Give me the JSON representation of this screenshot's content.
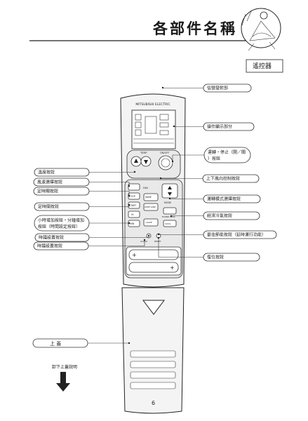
{
  "page": {
    "title": "各部件名稱",
    "number": "6"
  },
  "section": {
    "label": "遙控器"
  },
  "remote": {
    "brand": "MITSUBISHI ELECTRIC",
    "buttons": {
      "on_off": "ON/OFF",
      "temp": "TEMP",
      "cool": "COOL",
      "mode": "MODE",
      "fan": "FAN",
      "vane": "VANE",
      "wide_vane": "WIDE VANE",
      "stop": "STOP",
      "start": "START",
      "econo_cool": "ECONO COOL",
      "hi": "HI",
      "min": "MIN",
      "i_save": "i-SAVE",
      "clock": "CLOCK",
      "reset": "RESET"
    },
    "battery_signs": [
      "+",
      "+"
    ]
  },
  "callouts": [
    {
      "text": "信號發射部",
      "side": "right"
    },
    {
      "text": "操作顯示部分",
      "side": "right"
    },
    {
      "text": "運轉・停止（開／關）按鈕",
      "side": "right"
    },
    {
      "text": "溫度按鈕",
      "side": "left"
    },
    {
      "text": "上下風向控制按鈕",
      "side": "right"
    },
    {
      "text": "風速選擇按鈕",
      "side": "left"
    },
    {
      "text": "運轉模式選擇按鈕",
      "side": "right"
    },
    {
      "text": "定時關按鈕",
      "side": "left"
    },
    {
      "text": "定時開按鈕",
      "side": "left"
    },
    {
      "text": "經濟冷氣按鈕",
      "side": "right"
    },
    {
      "text": "小時增加按鈕・分鐘增加按鈕（時間設定按鈕）",
      "side": "left"
    },
    {
      "text": "時鐘設置按鈕",
      "side": "left"
    },
    {
      "text": "最佳節能按鈕（延時運行功能）",
      "side": "right"
    },
    {
      "text": "復位按鈕",
      "side": "right"
    },
    {
      "text": "時鐘設置按鈕",
      "side": "left"
    }
  ],
  "cover": {
    "label": "上 蓋",
    "note": "卸下上蓋說明"
  }
}
